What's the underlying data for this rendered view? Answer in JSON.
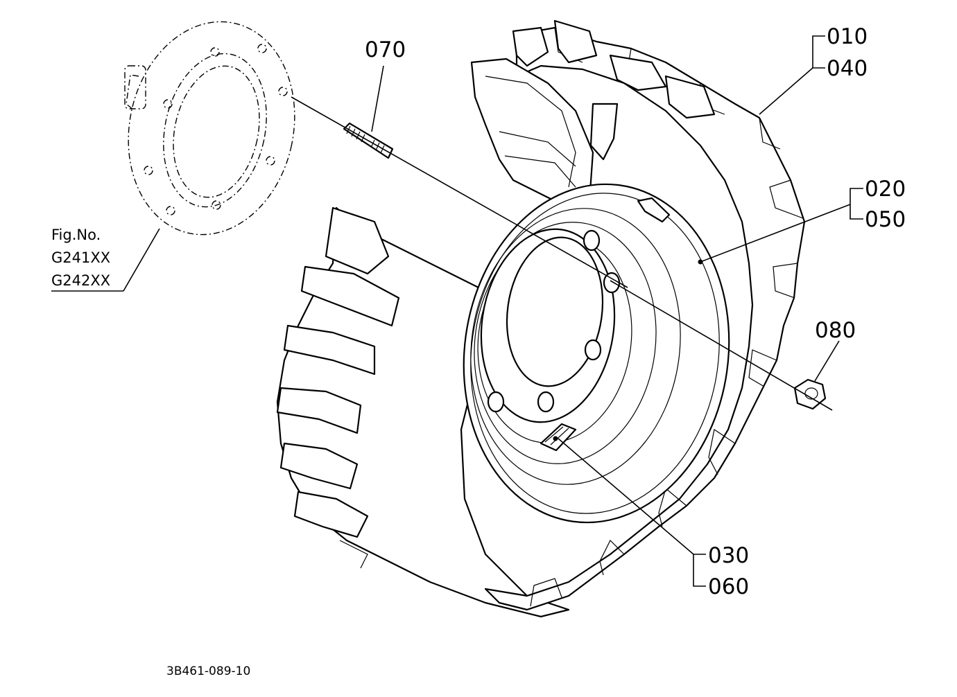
{
  "callouts": {
    "c010": "010",
    "c040": "040",
    "c020": "020",
    "c050": "050",
    "c070": "070",
    "c080": "080",
    "c030": "030",
    "c060": "060"
  },
  "reference": {
    "line1": "Fig.No.",
    "line2": "G241XX",
    "line3": "G242XX"
  },
  "drawing_code": "3B461-089-10"
}
